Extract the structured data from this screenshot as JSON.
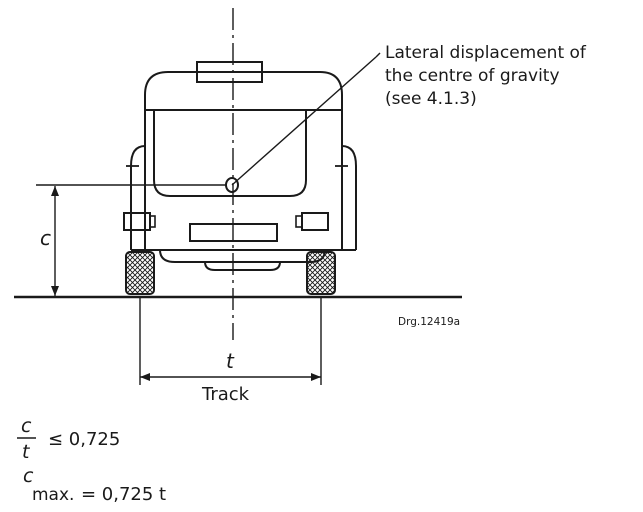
{
  "annotation": {
    "line1": "Lateral displacement of",
    "line2": "the centre of gravity",
    "line3": "(see 4.1.3)"
  },
  "labels": {
    "c": "c",
    "t": "t",
    "track": "Track",
    "drawing_ref": "Drg.12419a"
  },
  "formulas": {
    "ratio_num": "c",
    "ratio_den": "t",
    "ratio_rel": "≤ 0,725",
    "cmax_c": "c",
    "cmax_sub": "max.",
    "cmax_rhs": "= 0,725 t"
  }
}
